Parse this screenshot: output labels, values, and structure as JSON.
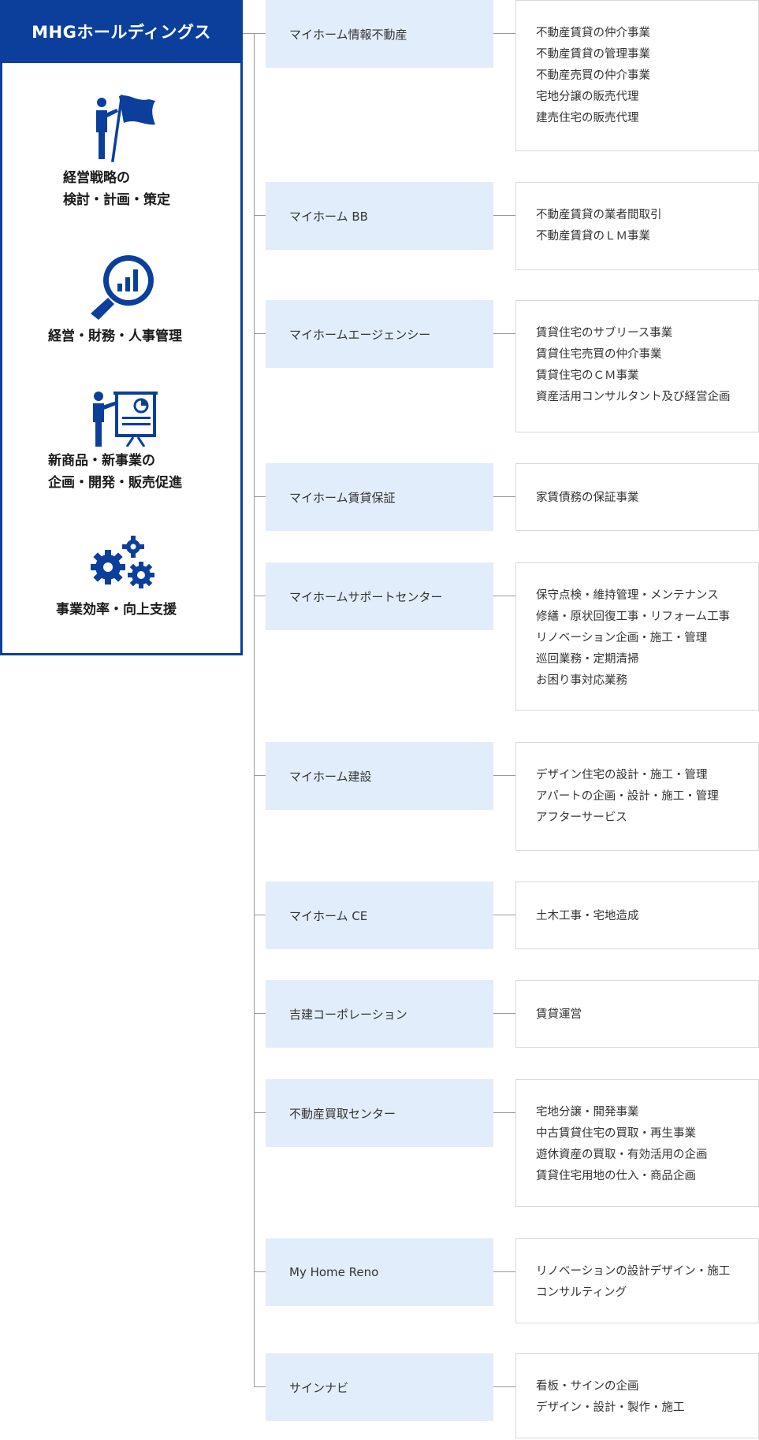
{
  "holdings": {
    "title": "MHGホールディングス",
    "functions": [
      {
        "icon": "flag-person-icon",
        "lines": "経営戦略の\n検討・計画・策定"
      },
      {
        "icon": "magnifier-chart-icon",
        "lines": "経営・財務・人事管理"
      },
      {
        "icon": "presentation-icon",
        "lines": "新商品・新事業の\n企画・開発・販売促進"
      },
      {
        "icon": "gears-icon",
        "lines": "事業効率・向上支援"
      }
    ]
  },
  "companies": [
    {
      "name": "マイホーム情報不動産",
      "businesses": [
        "不動産賃貸の仲介事業",
        "不動産賃貸の管理事業",
        "不動産売買の仲介事業",
        "宅地分譲の販売代理",
        "建売住宅の販売代理"
      ]
    },
    {
      "name": "マイホーム BB",
      "businesses": [
        "不動産賃貸の業者間取引",
        "不動産賃貸のＬＭ事業"
      ]
    },
    {
      "name": "マイホームエージェンシー",
      "businesses": [
        "賃貸住宅のサブリース事業",
        "賃貸住宅売買の仲介事業",
        "賃貸住宅のＣＭ事業",
        "資産活用コンサルタント及び経営企画"
      ]
    },
    {
      "name": "マイホーム賃貸保証",
      "businesses": [
        "家賃債務の保証事業"
      ]
    },
    {
      "name": "マイホームサポートセンター",
      "businesses": [
        "保守点検・維持管理・メンテナンス",
        "修繕・原状回復工事・リフォーム工事",
        "リノベーション企画・施工・管理",
        "巡回業務・定期清掃",
        "お困り事対応業務"
      ]
    },
    {
      "name": "マイホーム建設",
      "businesses": [
        "デザイン住宅の設計・施工・管理",
        "アパートの企画・設計・施工・管理",
        "アフターサービス"
      ]
    },
    {
      "name": "マイホーム CE",
      "businesses": [
        "土木工事・宅地造成"
      ]
    },
    {
      "name": "吉建コーポレーション",
      "businesses": [
        "賃貸運営"
      ]
    },
    {
      "name": "不動産買取センター",
      "businesses": [
        "宅地分譲・開発事業",
        "中古賃貸住宅の買取・再生事業",
        "遊休資産の買取・有効活用の企画",
        "賃貸住宅用地の仕入・商品企画"
      ]
    },
    {
      "name": "My Home Reno",
      "businesses": [
        "リノベーションの設計デザイン・施工",
        "コンサルティング"
      ]
    },
    {
      "name": "サインナビ",
      "businesses": [
        "看板・サインの企画",
        "デザイン・設計・製作・施工"
      ]
    }
  ],
  "colors": {
    "brand": "#0b3f9b",
    "company_bg": "#e1edfa",
    "line": "#9a9a9a",
    "box_border": "#d9d9d9"
  }
}
